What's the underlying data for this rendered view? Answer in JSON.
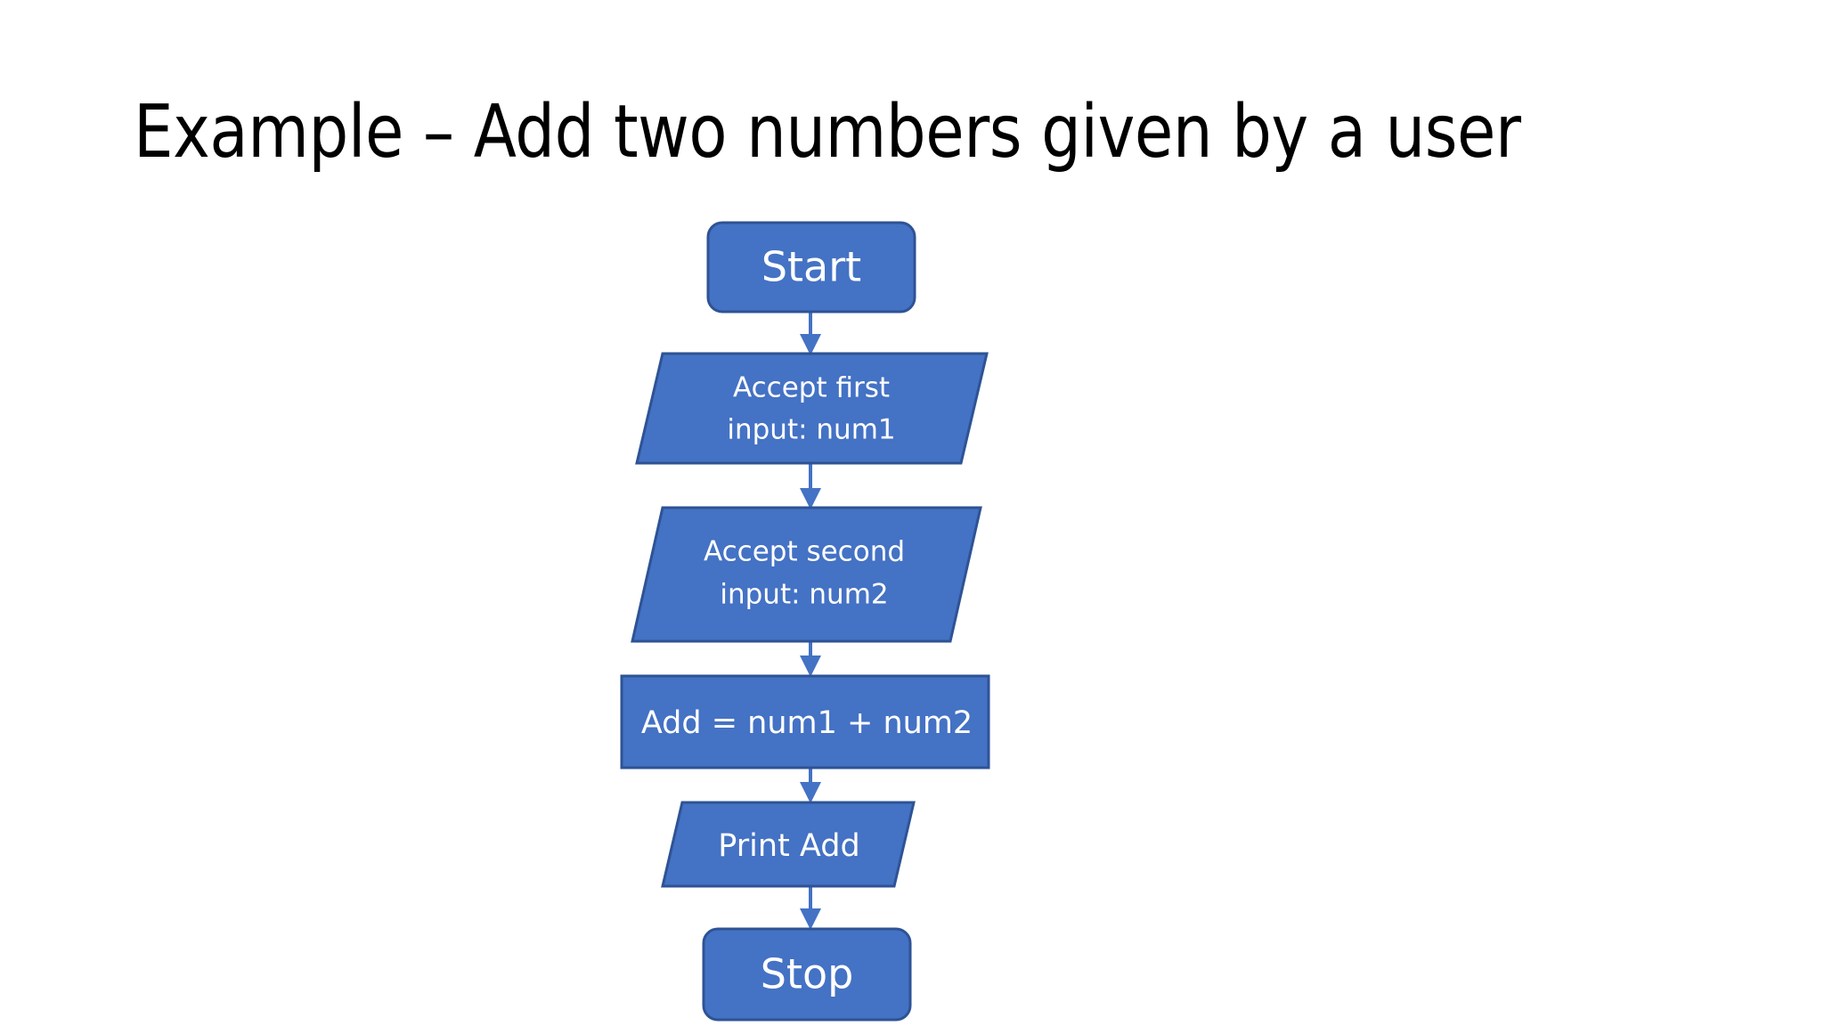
{
  "slide": {
    "title": "Example – Add two numbers given by a user",
    "background_color": "#FFFFFF"
  },
  "theme": {
    "shape_fill": "#4472C4",
    "shape_border": "#2E5395",
    "shape_text": "#FFFFFF",
    "connector_color": "#4472C4",
    "title_color": "#000000"
  },
  "flowchart": {
    "nodes": [
      {
        "id": "start",
        "shape": "terminal-rounded-rectangle",
        "label": "Start",
        "lines": [
          "Start"
        ]
      },
      {
        "id": "input-num1",
        "shape": "parallelogram-io",
        "label": "Accept first input: num1",
        "lines": [
          "Accept first",
          "input: num1"
        ]
      },
      {
        "id": "input-num2",
        "shape": "parallelogram-io",
        "label": "Accept second input: num2",
        "lines": [
          "Accept second",
          "input: num2"
        ]
      },
      {
        "id": "process-add",
        "shape": "rectangle-process",
        "label": "Add = num1 + num2",
        "lines": [
          "Add = num1 + num2"
        ]
      },
      {
        "id": "output-print",
        "shape": "parallelogram-io",
        "label": "Print Add",
        "lines": [
          "Print Add"
        ]
      },
      {
        "id": "stop",
        "shape": "terminal-rounded-rectangle",
        "label": "Stop",
        "lines": [
          "Stop"
        ]
      }
    ],
    "edges": [
      {
        "from": "start",
        "to": "input-num1"
      },
      {
        "from": "input-num1",
        "to": "input-num2"
      },
      {
        "from": "input-num2",
        "to": "process-add"
      },
      {
        "from": "process-add",
        "to": "output-print"
      },
      {
        "from": "output-print",
        "to": "stop"
      }
    ]
  }
}
